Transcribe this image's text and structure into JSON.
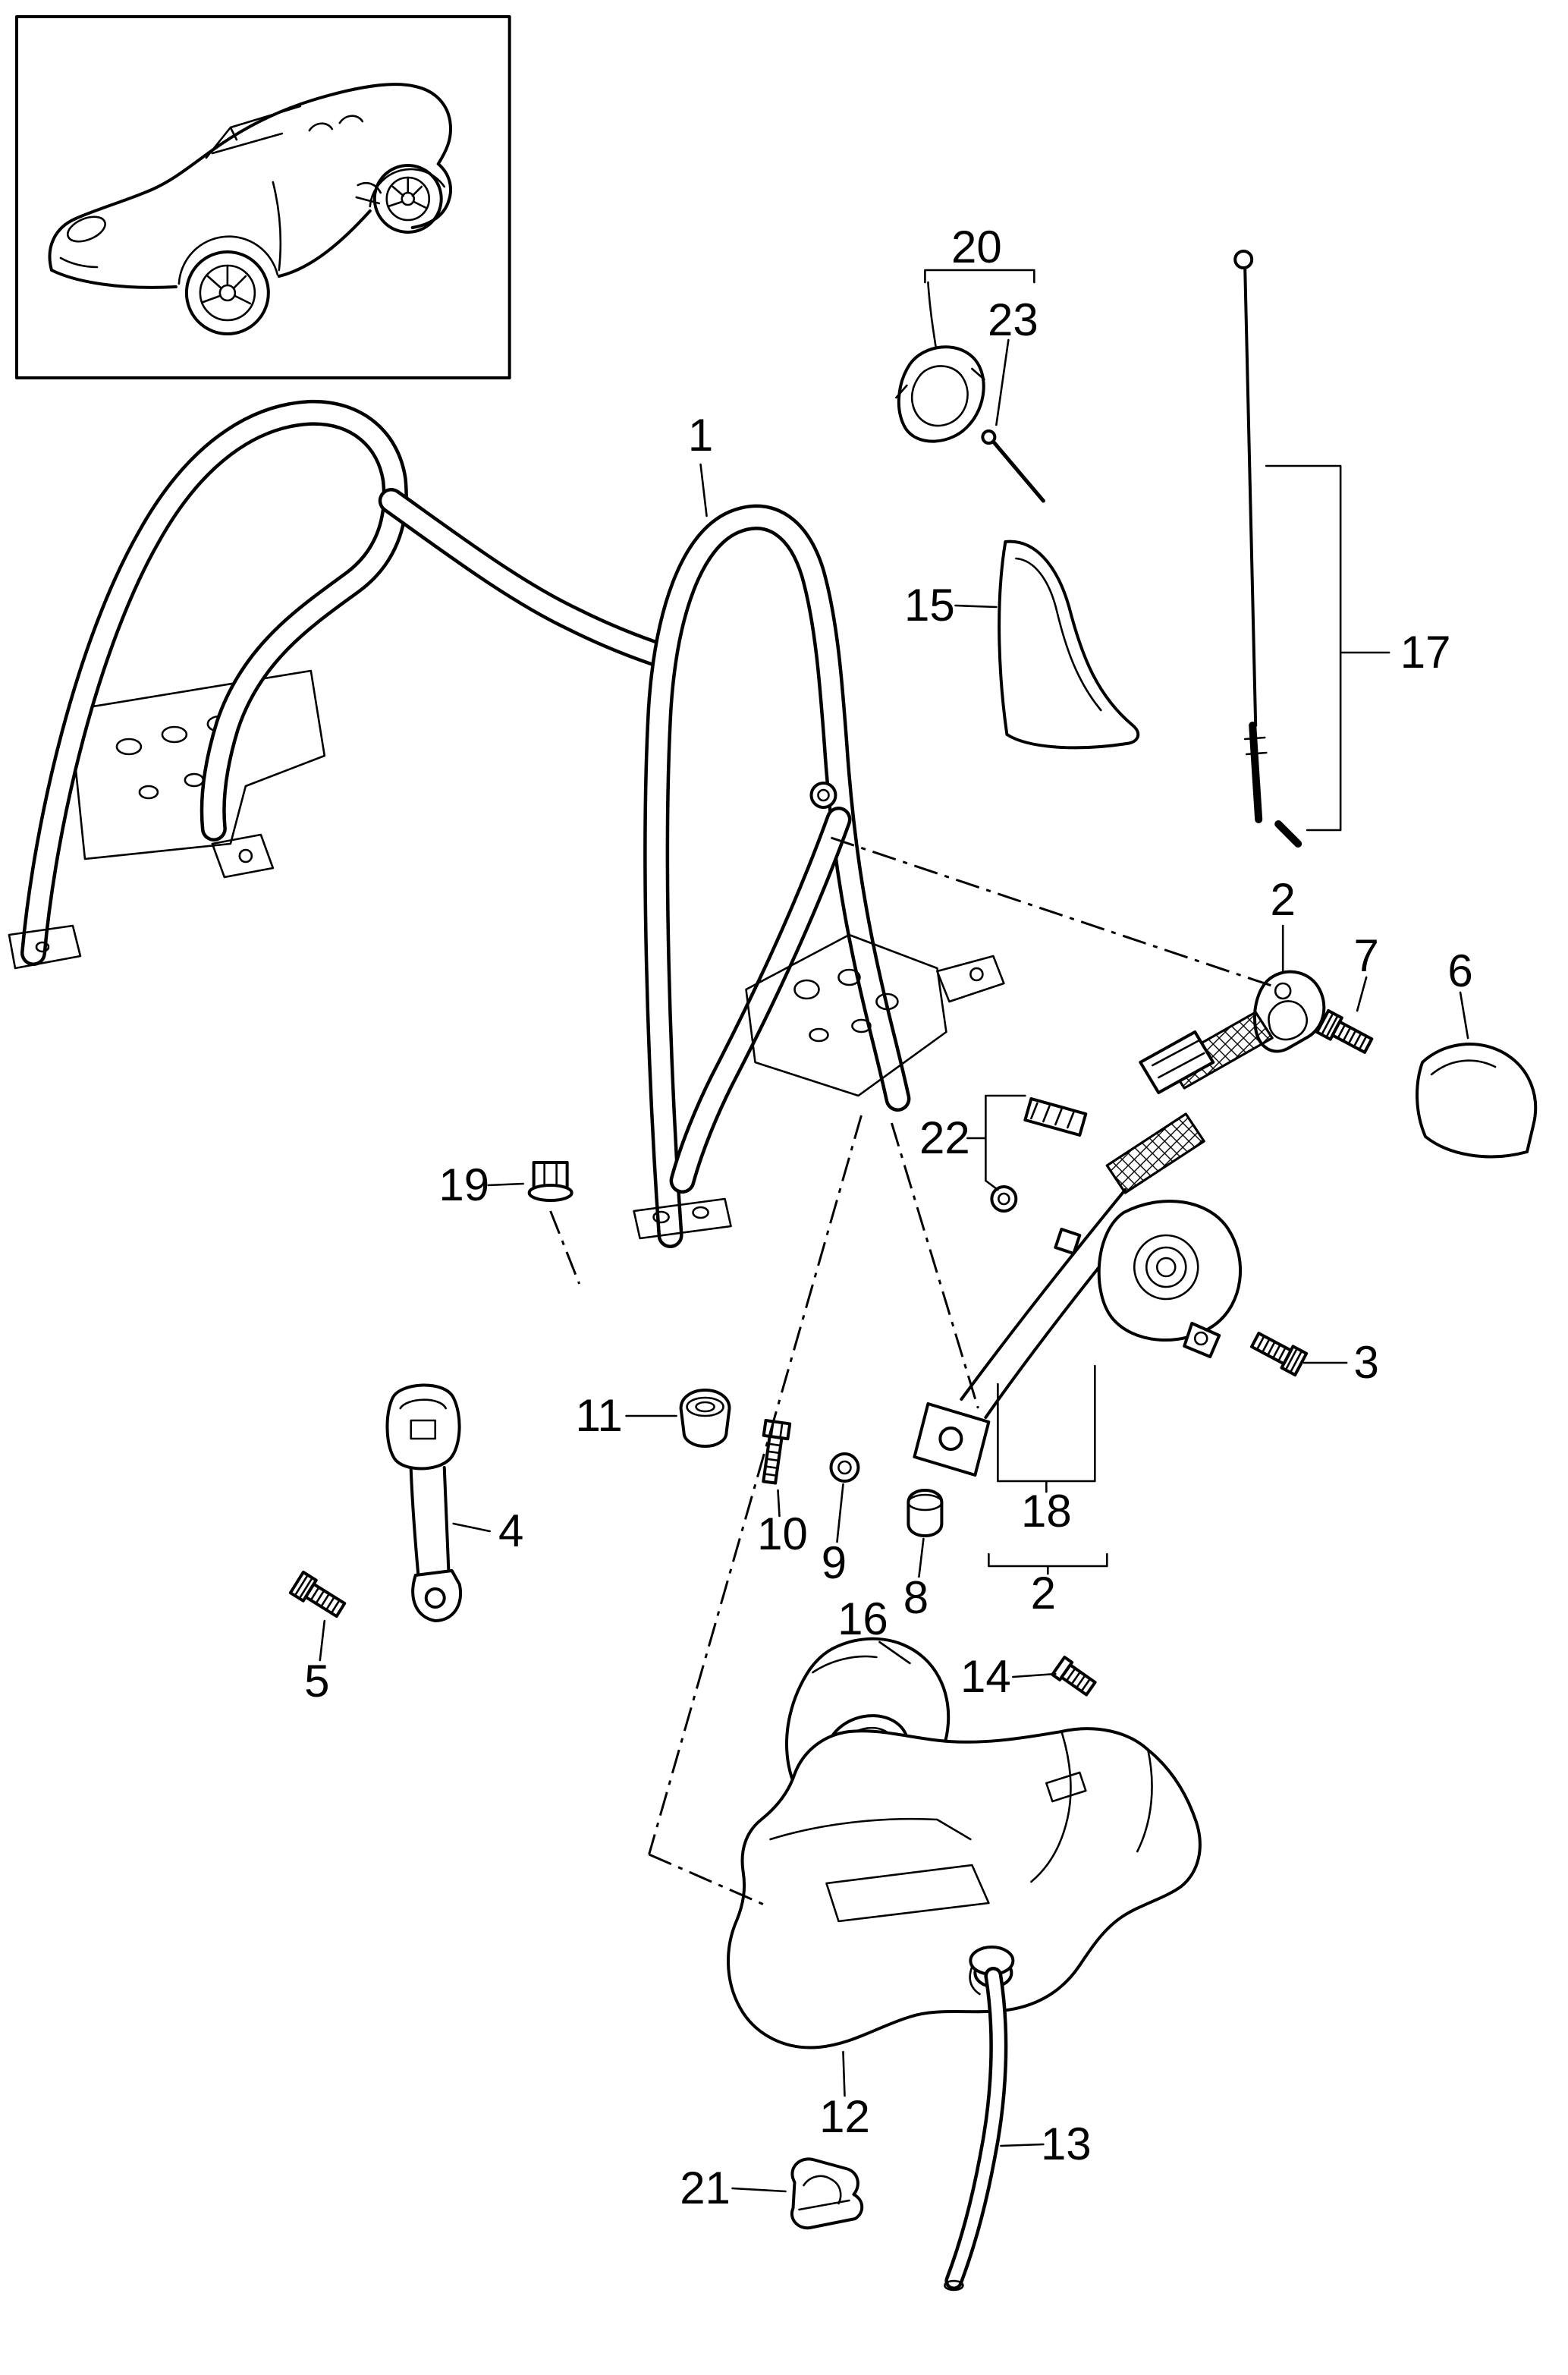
{
  "page": {
    "background": "#ffffff",
    "ink": "#000000"
  },
  "callouts": {
    "c1": "1",
    "c2_upper": "2",
    "c2_lower": "2",
    "c3": "3",
    "c4": "4",
    "c5": "5",
    "c6": "6",
    "c7": "7",
    "c8": "8",
    "c9": "9",
    "c10": "10",
    "c11": "11",
    "c12": "12",
    "c13": "13",
    "c14": "14",
    "c15": "15",
    "c16": "16",
    "c17": "17",
    "c18": "18",
    "c19": "19",
    "c20": "20",
    "c21": "21",
    "c22": "22",
    "c23": "23"
  }
}
